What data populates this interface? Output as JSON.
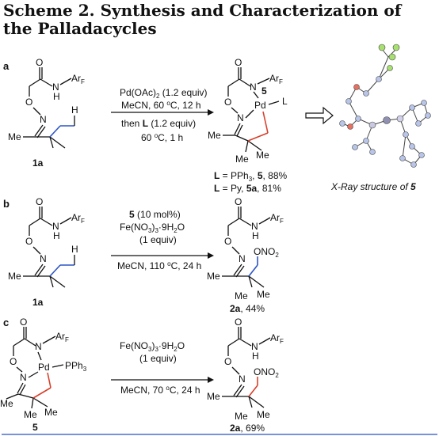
{
  "scheme_title": "Scheme 2. Synthesis and Characterization of the Palladacycles",
  "panel_labels": [
    "a",
    "b",
    "c"
  ],
  "atoms": {
    "O": "O",
    "N": "N",
    "H": "H",
    "Pd": "Pd",
    "Me": "Me",
    "L": "L",
    "ArF_main": "Ar",
    "ArF_sub": "F",
    "ONO2_main": "ONO",
    "ONO2_sub": "2",
    "PPh3_main": "PPh",
    "PPh3_sub": "3"
  },
  "compounds": {
    "c1a": "1a",
    "c5": "5",
    "c2a": "2a"
  },
  "panel_a": {
    "cond1_pre": "Pd(OAc)",
    "cond1_sub": "2",
    "cond1_post": " (1.2 equiv)",
    "cond2_pre": "MeCN, 60 ",
    "cond2_deg": "o",
    "cond2_post": "C, 12 h",
    "cond3_pre": "then ",
    "cond3_L": "L",
    "cond3_post": " (1.2 equiv)",
    "cond4_pre": "60 ",
    "cond4_deg": "o",
    "cond4_post": "C, 1 h",
    "yield1_L": "L",
    "yield1_eq": " = PPh",
    "yield1_sub": "3",
    "yield1_comma": ",  ",
    "yield1_num": "5",
    "yield1_pct": ",  88%",
    "yield2_L": "L",
    "yield2_eq": " = Py,     ",
    "yield2_num": "5a",
    "yield2_pct": ", 81%",
    "xray_caption_pre": "X-Ray structure of ",
    "xray_caption_num": "5"
  },
  "panel_b": {
    "cond1_num": "5",
    "cond1_post": " (10 mol%)",
    "cond2_a": "Fe(NO",
    "cond2_b": "3",
    "cond2_c": ")",
    "cond2_d": "3",
    "cond2_e": "·9H",
    "cond2_f": "2",
    "cond2_g": "O",
    "cond3": "(1 equiv)",
    "cond4_pre": "MeCN, 110 ",
    "cond4_deg": "o",
    "cond4_post": "C, 24 h",
    "yield": ", 44%"
  },
  "panel_c": {
    "cond1_a": "Fe(NO",
    "cond1_b": "3",
    "cond1_c": ")",
    "cond1_d": "3",
    "cond1_e": "·9H",
    "cond1_f": "2",
    "cond1_g": "O",
    "cond2": "(1 equiv)",
    "cond3_pre": "MeCN, 70 ",
    "cond3_deg": "o",
    "cond3_post": "C, 24 h",
    "yield": ", 69%"
  },
  "colors": {
    "bond": "#111111",
    "highlight_bond_blue": "#2b54c4",
    "highlight_bond_red": "#d8402c",
    "xray_carbon": "#b8c4e8",
    "xray_fluorine": "#a8e070",
    "xray_oxygen": "#e87060",
    "rule": "#4f6fd0"
  }
}
